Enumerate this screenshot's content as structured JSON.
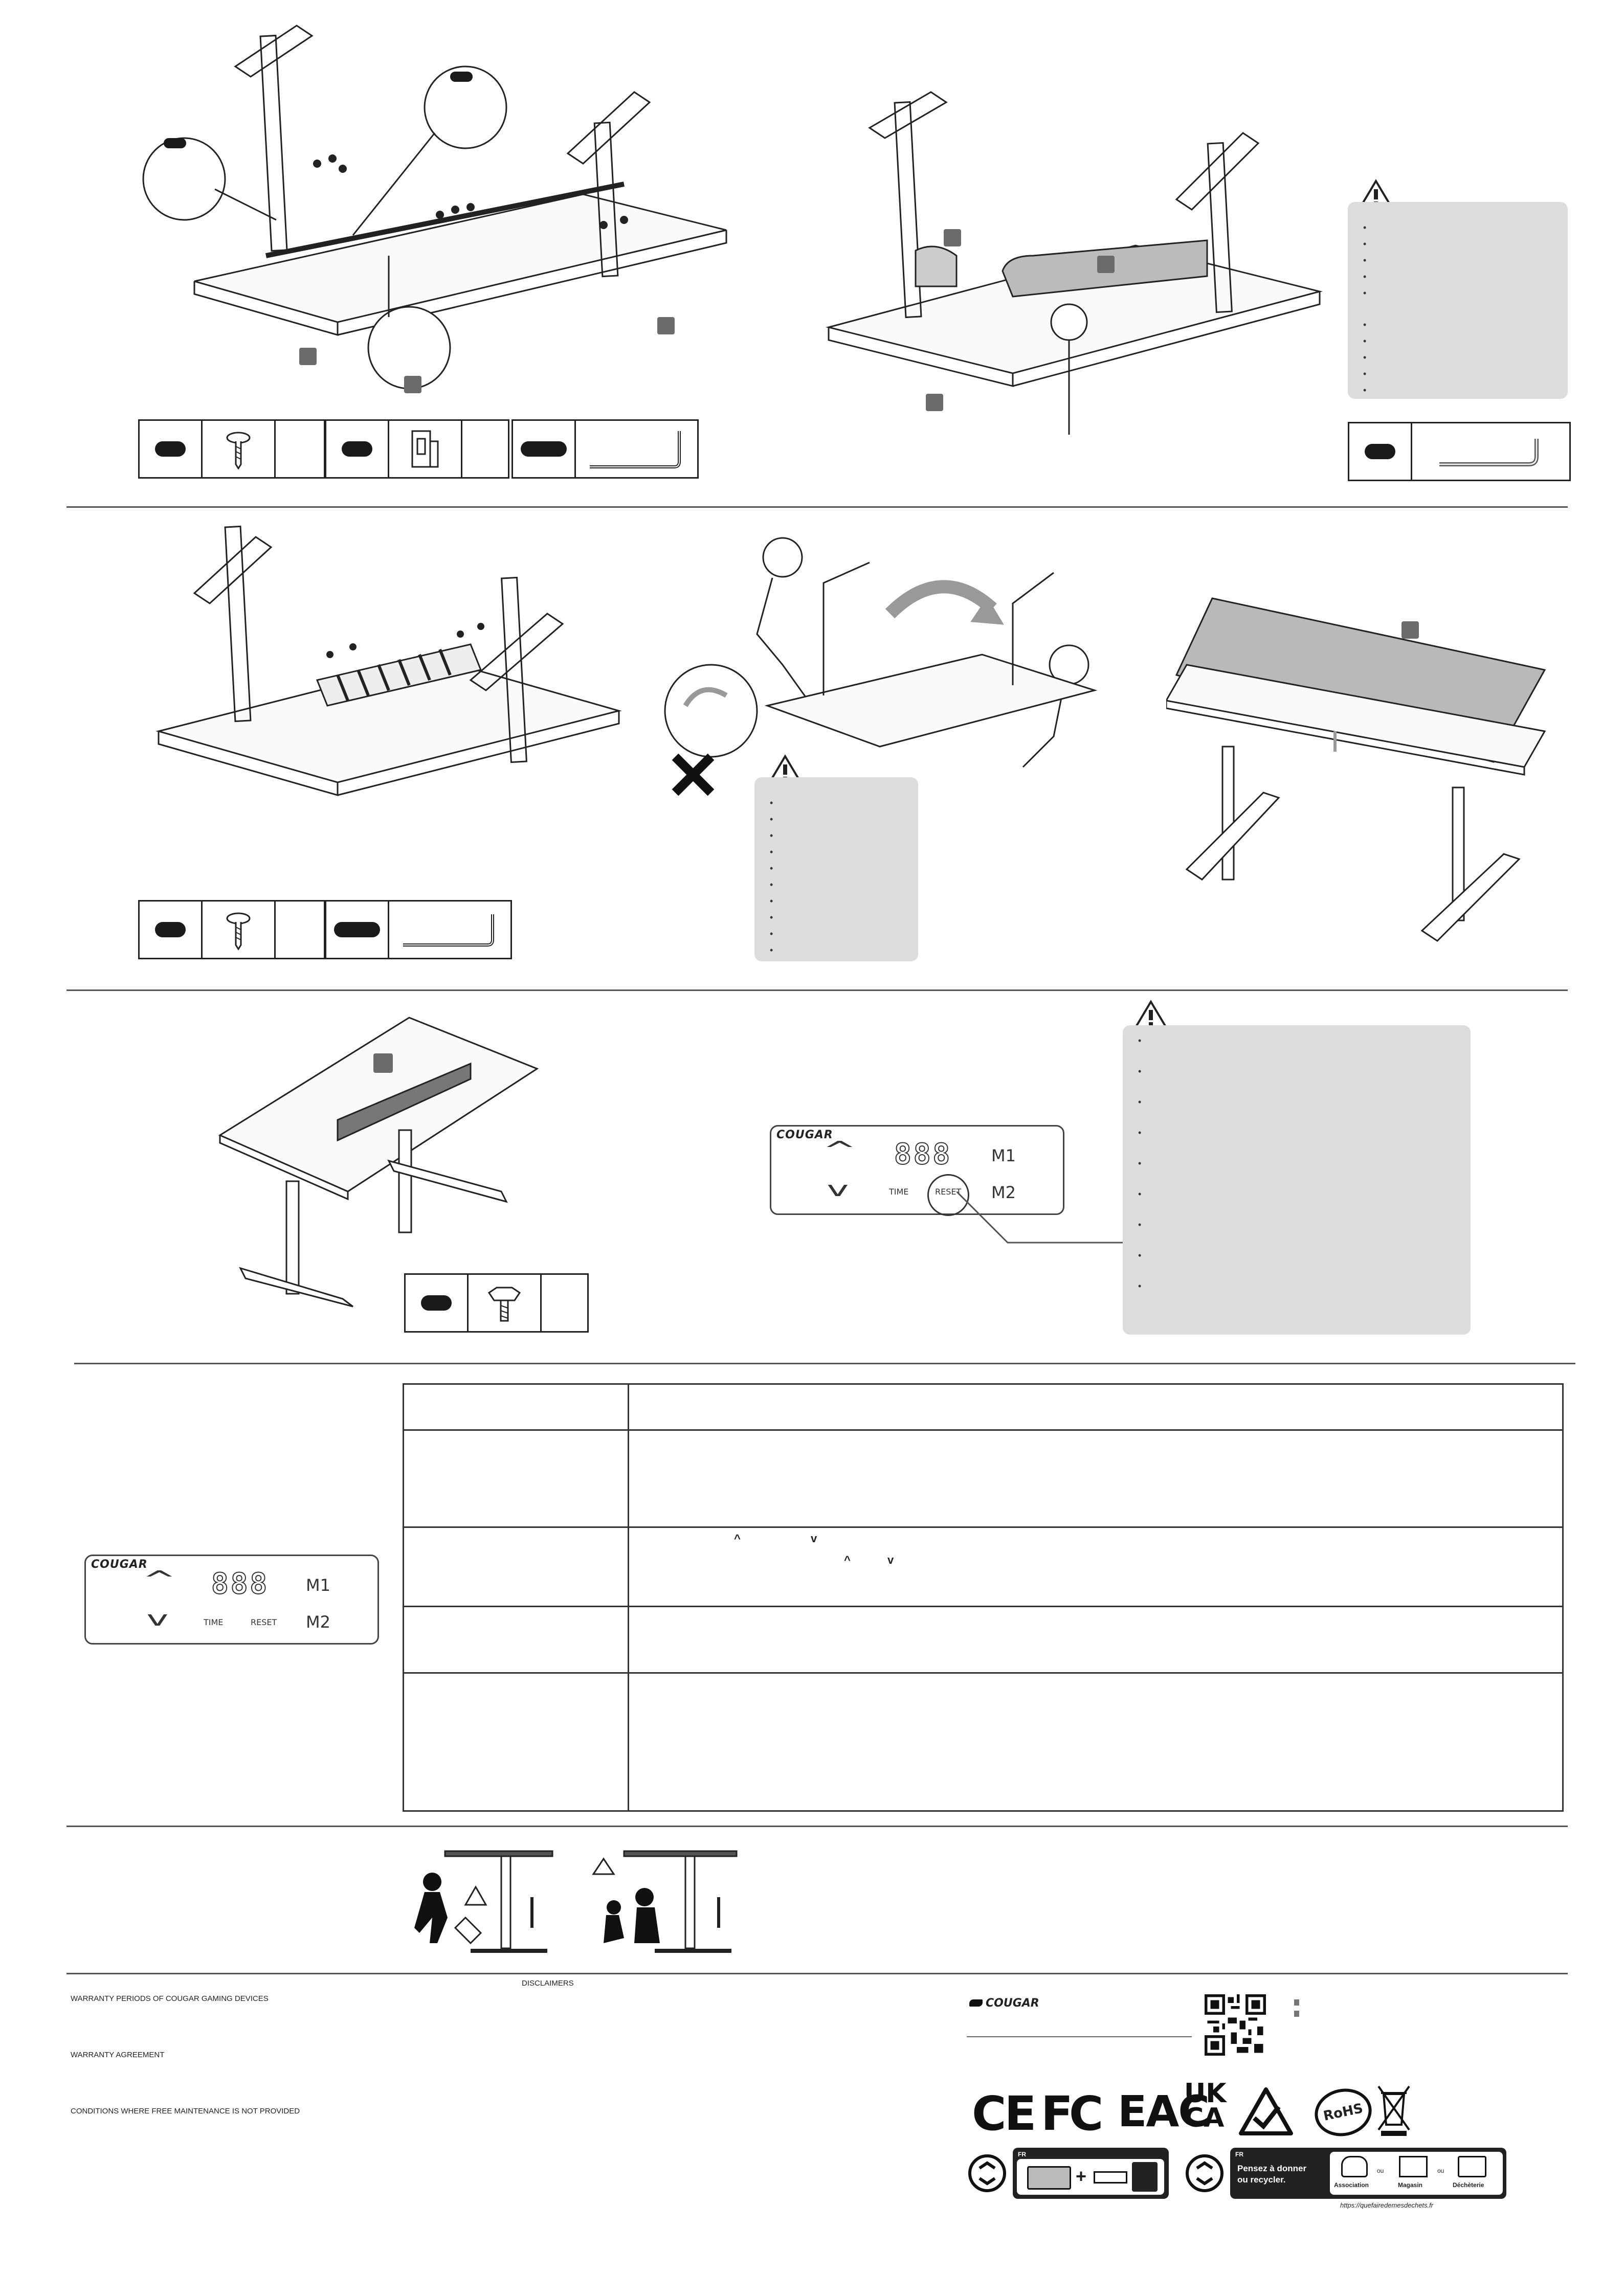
{
  "steps": {
    "step1": {
      "parts": [
        {
          "qty_pill": "",
          "item": "screw"
        },
        {
          "qty_pill": "",
          "item": "bracket"
        },
        {
          "qty_pill": "",
          "item": "allen-key"
        }
      ]
    },
    "step2": {
      "parts": [
        {
          "qty_pill": "",
          "item": "allen-key"
        }
      ]
    },
    "step3": {
      "parts": [
        {
          "qty_pill": "",
          "item": "screw"
        },
        {
          "qty_pill": "",
          "item": "allen-key"
        }
      ]
    },
    "step4": {
      "parts": [
        {
          "qty_pill": "",
          "item": "knob-screw"
        }
      ]
    }
  },
  "control_panel": {
    "logo": "COUGAR",
    "display": "888",
    "up_symbol": "^",
    "down_symbol": "v",
    "time": "TIME",
    "reset": "RESET",
    "m1": "M1",
    "m2": "M2"
  },
  "spec_table": {
    "up_symbol": "^",
    "down_symbol": "v"
  },
  "footer": {
    "disclaimers": "DISCLAIMERS",
    "warranty_periods": "WARRANTY PERIODS OF COUGAR GAMING DEVICES",
    "warranty_agreement": "WARRANTY AGREEMENT",
    "conditions": "CONDITIONS WHERE FREE MAINTENANCE IS NOT PROVIDED",
    "brand": "COUGAR",
    "certs": [
      "CE",
      "FC",
      "EAC",
      "UK CA",
      "RoHS"
    ],
    "fr_badge": "FR",
    "recycle_title": "Pensez à donner ou recycler.",
    "recycle_options": [
      "Association",
      "ou",
      "Magasin",
      "ou",
      "Déchèterie"
    ],
    "recycle_url": "https://quefairedemesdechets.fr"
  },
  "colors": {
    "panel_grey": "#dcdcdc",
    "tag_grey": "#6b6b6b",
    "ink": "#1a1a1a"
  },
  "icons": [
    "warning-icon",
    "screw-icon",
    "allen-key-icon",
    "bracket-icon",
    "knob-icon",
    "qr-code-icon",
    "recycle-icon"
  ]
}
